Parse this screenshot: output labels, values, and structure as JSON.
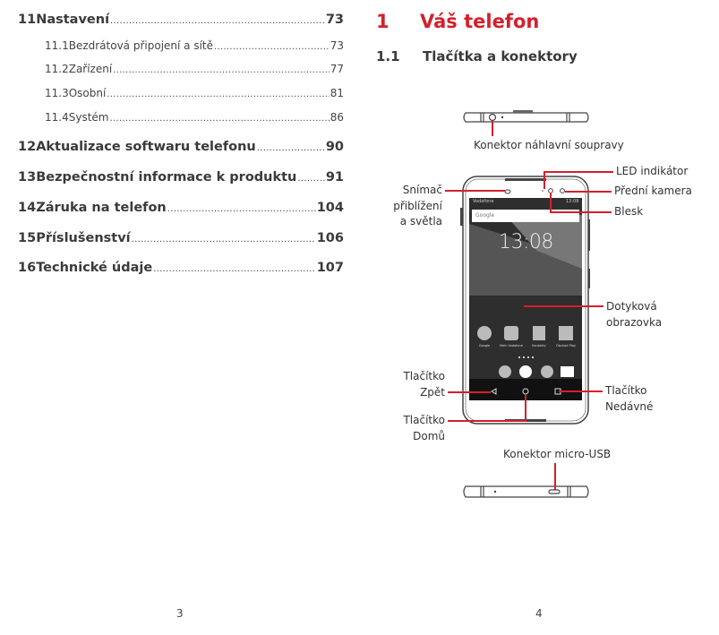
{
  "left_page": {
    "toc": [
      {
        "num": "11",
        "title": "Nastavení",
        "page": "73",
        "level": 1
      },
      {
        "num": "11.1",
        "title": "Bezdrátová připojení a sítě",
        "page": "73",
        "level": 2
      },
      {
        "num": "11.2",
        "title": "Zařízení",
        "page": "77",
        "level": 2
      },
      {
        "num": "11.3",
        "title": "Osobní",
        "page": "81",
        "level": 2
      },
      {
        "num": "11.4",
        "title": "Systém",
        "page": "86",
        "level": 2
      },
      {
        "num": "12",
        "title": "Aktualizace softwaru telefonu",
        "page": "90",
        "level": 1
      },
      {
        "num": "13",
        "title": "Bezpečnostní informace k produktu",
        "page": "91",
        "level": 1
      },
      {
        "num": "14",
        "title": "Záruka na telefon",
        "page": "104",
        "level": 1
      },
      {
        "num": "15",
        "title": "Příslušenství",
        "page": "106",
        "level": 1
      },
      {
        "num": "16",
        "title": "Technické údaje",
        "page": "107",
        "level": 1
      }
    ],
    "page_number": "3"
  },
  "right_page": {
    "chapter": {
      "num": "1",
      "title": "Váš telefon"
    },
    "section": {
      "num": "1.1",
      "title": "Tlačítka a konektory"
    },
    "labels": {
      "headset": "Konektor náhlavní soupravy",
      "led": "LED indikátor",
      "front_camera": "Přední kamera",
      "flash": "Blesk",
      "sensor_1": "Snímač",
      "sensor_2": "přiblížení",
      "sensor_3": "a světla",
      "touchscreen_1": "Dotyková",
      "touchscreen_2": "obrazovka",
      "back_1": "Tlačítko",
      "back_2": "Zpět",
      "recent_1": "Tlačítko",
      "recent_2": "Nedávné",
      "home_1": "Tlačítko",
      "home_2": "Domů",
      "usb": "Konektor micro-USB"
    },
    "phone_screen": {
      "carrier": "Vodafone",
      "status_time": "13:08",
      "search": "Google",
      "clock": "13:08",
      "apps": [
        "Google",
        "Mein Vodafone",
        "Kontakty",
        "Obchod Play"
      ]
    },
    "page_number": "4"
  },
  "colors": {
    "accent": "#d4202c",
    "text": "#3a3a3a"
  }
}
